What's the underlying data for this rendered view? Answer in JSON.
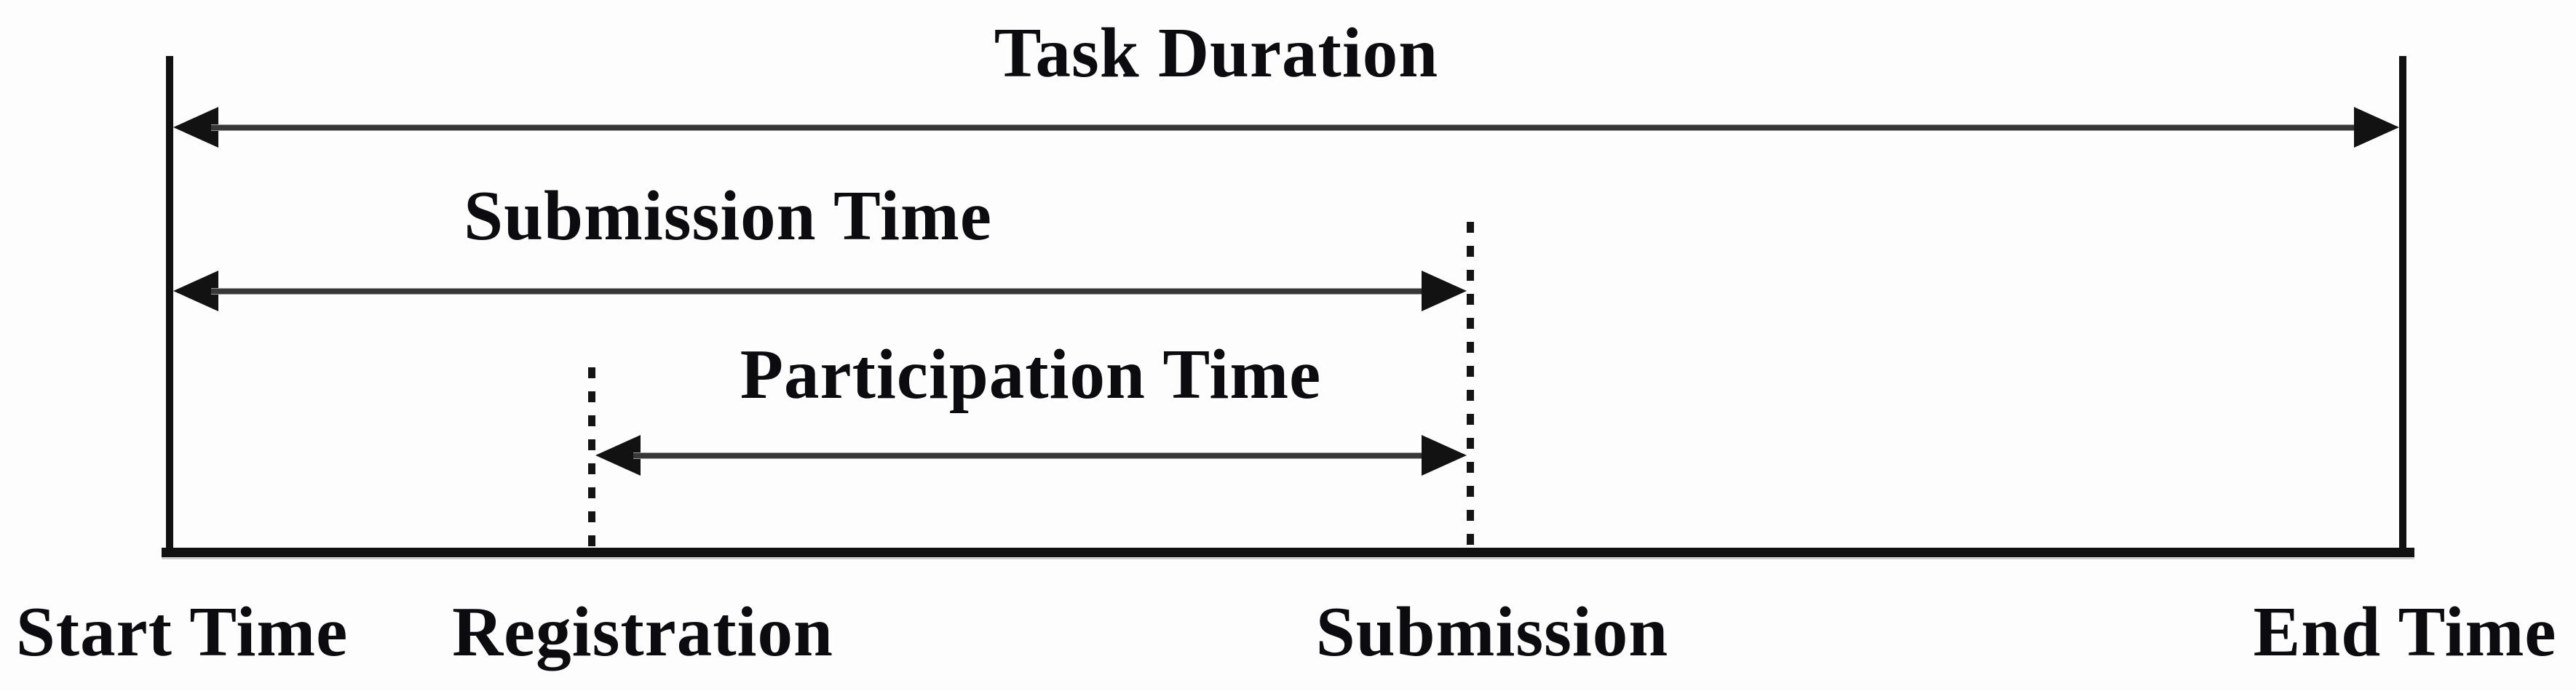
{
  "diagram": {
    "spans": [
      {
        "id": "task-duration",
        "label": "Task Duration"
      },
      {
        "id": "submission-time",
        "label": "Submission Time"
      },
      {
        "id": "participation-time",
        "label": "Participation Time"
      }
    ],
    "milestones": [
      {
        "id": "start-time",
        "label": "Start Time"
      },
      {
        "id": "registration",
        "label": "Registration"
      },
      {
        "id": "submission",
        "label": "Submission"
      },
      {
        "id": "end-time",
        "label": "End Time"
      }
    ],
    "colors": {
      "line": "#111111",
      "text": "#0b0b10",
      "background": "#fdfdfd"
    }
  }
}
